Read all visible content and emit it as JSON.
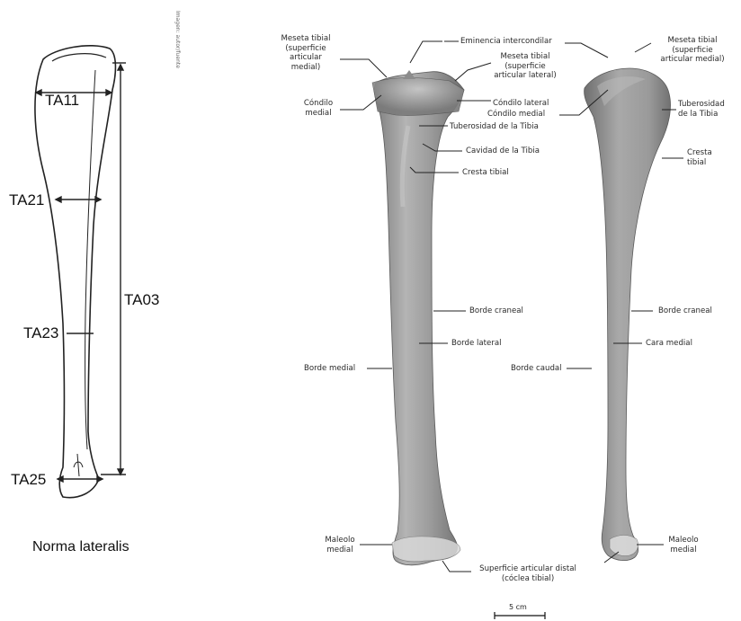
{
  "sketch": {
    "measurements": [
      "TA11",
      "TA21",
      "TA03",
      "TA23",
      "TA25"
    ],
    "caption": "Norma lateralis",
    "margin_note": "Imagen: autor/fuente"
  },
  "labels": {
    "meseta_medial": "Meseta tibial\n(superficie\narticular\nmedial)",
    "eminencia": "Eminencia intercondilar",
    "meseta_lateral": "Meseta tibial\n(superficie\narticular lateral)",
    "condilo_medial_1": "Cóndilo\nmedial",
    "condilo_lateral": "Cóndilo lateral",
    "condilo_medial_2": "Cóndilo medial",
    "tuberosidad_1": "Tuberosidad de la Tibia",
    "cavidad": "Cavidad de la Tibia",
    "cresta_1": "Cresta tibial",
    "borde_craneal_1": "Borde craneal",
    "borde_lateral": "Borde lateral",
    "borde_medial": "Borde medial",
    "borde_caudal": "Borde caudal",
    "maleolo_1": "Maleolo\nmedial",
    "superficie_distal": "Superficie articular distal\n(cóclea tibial)",
    "meseta_medial_2": "Meseta tibial\n(superficie\narticular medial)",
    "tuberosidad_2": "Tuberosidad\nde la Tibia",
    "cresta_2": "Cresta\ntibial",
    "borde_craneal_2": "Borde craneal",
    "cara_medial": "Cara medial",
    "maleolo_2": "Maleolo\nmedial",
    "scale": "5 cm"
  }
}
